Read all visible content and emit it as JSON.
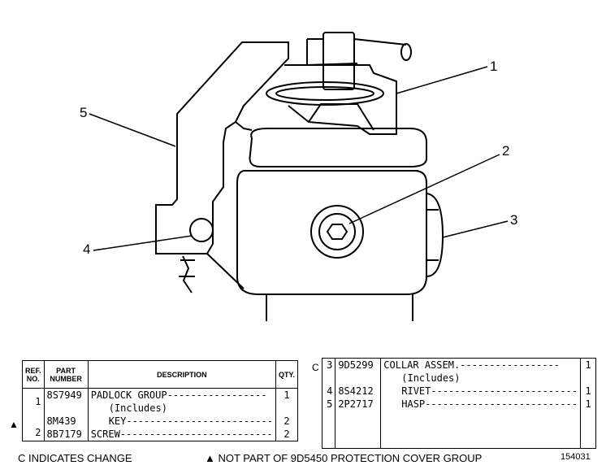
{
  "callouts": [
    "1",
    "2",
    "3",
    "4",
    "5"
  ],
  "left_table": {
    "headers": {
      "ref": "REF. NO.",
      "part": "PART NUMBER",
      "desc": "DESCRIPTION",
      "qty": "QTY."
    },
    "rows": [
      {
        "ref": "1",
        "part": "8S7949",
        "desc": "PADLOCK GROUP-----------------",
        "qty": "1"
      },
      {
        "ref": "",
        "part": "",
        "desc": "(Includes)",
        "qty": ""
      },
      {
        "ref": "",
        "part": "8M439",
        "desc": "KEY-------------------------",
        "qty": "2"
      },
      {
        "ref": "2",
        "part": "8B7179",
        "desc": "SCREW--------------------------",
        "qty": "2"
      }
    ],
    "note_mark": "▲"
  },
  "right_table": {
    "change_mark": "C",
    "rows": [
      {
        "ref": "3",
        "part": "9D5299",
        "desc": "COLLAR ASSEM.-----------------",
        "qty": "1"
      },
      {
        "ref": "",
        "part": "",
        "desc": "(Includes)",
        "qty": ""
      },
      {
        "ref": "4",
        "part": "8S4212",
        "desc": "RIVET-------------------------",
        "qty": "1"
      },
      {
        "ref": "5",
        "part": "2P2717",
        "desc": "HASP--------------------------",
        "qty": "1"
      }
    ]
  },
  "footer": {
    "change_note": "C INDICATES CHANGE",
    "not_part_note": "▲ NOT PART OF 9D5450 PROTECTION COVER GROUP",
    "figure_number": "154031"
  }
}
